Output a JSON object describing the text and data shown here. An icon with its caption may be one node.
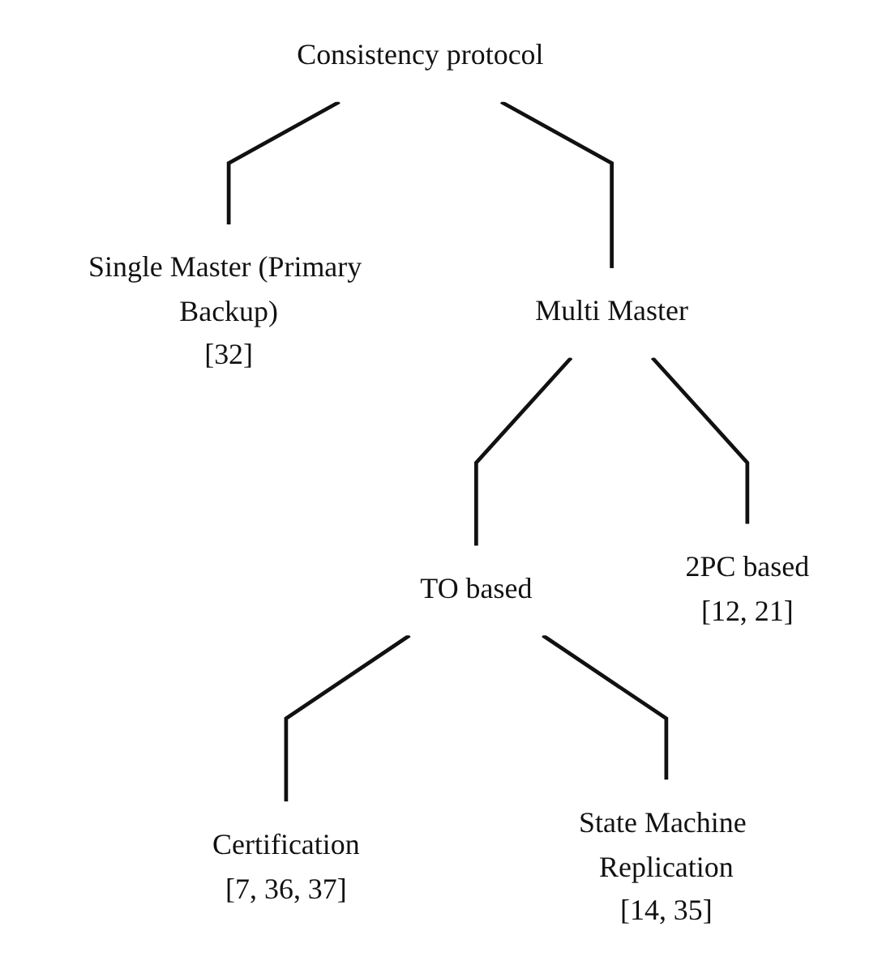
{
  "diagram": {
    "nodes": [
      {
        "text": [
          "Consistency protocol"
        ]
      },
      {
        "text": [
          "Single Master (Primary Backup)",
          "[32]"
        ]
      },
      {
        "text": [
          "Multi Master"
        ]
      },
      {
        "text": [
          "TO based"
        ]
      },
      {
        "text": [
          "2PC based",
          "[12, 21]"
        ]
      },
      {
        "text": [
          "Certification",
          "[7, 36, 37]"
        ]
      },
      {
        "text": [
          "State Machine Replication",
          "[14, 35]"
        ]
      }
    ],
    "edges": [
      {
        "from": 0,
        "to": 1,
        "arrow": "none"
      },
      {
        "from": 0,
        "to": 2,
        "arrow": "none"
      },
      {
        "from": 2,
        "to": 3,
        "arrow": "none"
      },
      {
        "from": 2,
        "to": 4,
        "arrow": "none"
      },
      {
        "from": 3,
        "to": 5,
        "arrow": "none"
      },
      {
        "from": 3,
        "to": 6,
        "arrow": "none"
      }
    ]
  }
}
